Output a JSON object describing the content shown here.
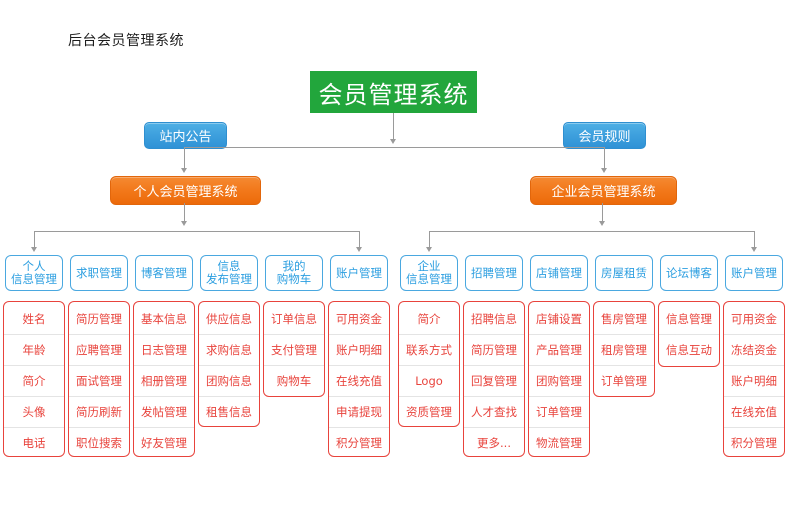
{
  "page": {
    "title": "后台会员管理系统"
  },
  "colors": {
    "root_green": "#22a63c",
    "pill_blue": "#3d9fdd",
    "level2_orange": "#f2781a",
    "category_border_blue": "#4aa8e0",
    "leaf_border_red": "#e8433c",
    "connector_gray": "#9a9a9a"
  },
  "root": {
    "label": "会员管理系统"
  },
  "side_buttons": [
    {
      "label": "站内公告"
    },
    {
      "label": "会员规则"
    }
  ],
  "branches": [
    {
      "label": "个人会员管理系统",
      "categories": [
        {
          "lines": [
            "个人",
            "信息管理"
          ],
          "items": [
            "姓名",
            "年龄",
            "简介",
            "头像",
            "电话"
          ]
        },
        {
          "lines": [
            "求职管理"
          ],
          "items": [
            "简历管理",
            "应聘管理",
            "面试管理",
            "简历刷新",
            "职位搜索"
          ]
        },
        {
          "lines": [
            "博客管理"
          ],
          "items": [
            "基本信息",
            "日志管理",
            "相册管理",
            "发帖管理",
            "好友管理"
          ]
        },
        {
          "lines": [
            "信息",
            "发布管理"
          ],
          "items": [
            "供应信息",
            "求购信息",
            "团购信息",
            "租售信息"
          ]
        },
        {
          "lines": [
            "我的",
            "购物车"
          ],
          "items": [
            "订单信息",
            "支付管理",
            "购物车"
          ]
        },
        {
          "lines": [
            "账户管理"
          ],
          "items": [
            "可用资金",
            "账户明细",
            "在线充值",
            "申请提现",
            "积分管理"
          ]
        }
      ]
    },
    {
      "label": "企业会员管理系统",
      "categories": [
        {
          "lines": [
            "企业",
            "信息管理"
          ],
          "items": [
            "简介",
            "联系方式",
            "Logo",
            "资质管理"
          ]
        },
        {
          "lines": [
            "招聘管理"
          ],
          "items": [
            "招聘信息",
            "简历管理",
            "回复管理",
            "人才查找",
            "更多..."
          ]
        },
        {
          "lines": [
            "店铺管理"
          ],
          "items": [
            "店铺设置",
            "产品管理",
            "团购管理",
            "订单管理",
            "物流管理"
          ]
        },
        {
          "lines": [
            "房屋租赁"
          ],
          "items": [
            "售房管理",
            "租房管理",
            "订单管理"
          ]
        },
        {
          "lines": [
            "论坛博客"
          ],
          "items": [
            "信息管理",
            "信息互动"
          ]
        },
        {
          "lines": [
            "账户管理"
          ],
          "items": [
            "可用资金",
            "冻结资金",
            "账户明细",
            "在线充值",
            "积分管理"
          ]
        }
      ]
    }
  ]
}
